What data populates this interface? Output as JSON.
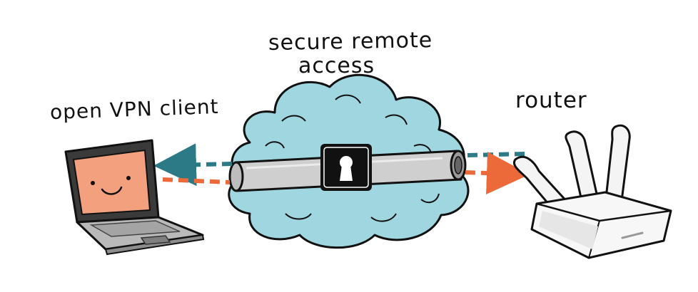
{
  "diagram": {
    "title_line1": "secure remote",
    "title_line2": "access",
    "client_label": "open VPN client",
    "router_label": "router"
  },
  "colors": {
    "cloud": "#9fd6df",
    "screen": "#f2a07e",
    "arrow_teal": "#2b7a86",
    "arrow_orange": "#ec6a3a",
    "tunnel": "#cfcfcf",
    "laptop_body": "#b9b9b9"
  },
  "icons": [
    "laptop-icon",
    "cloud-icon",
    "padlock-icon",
    "router-icon"
  ]
}
